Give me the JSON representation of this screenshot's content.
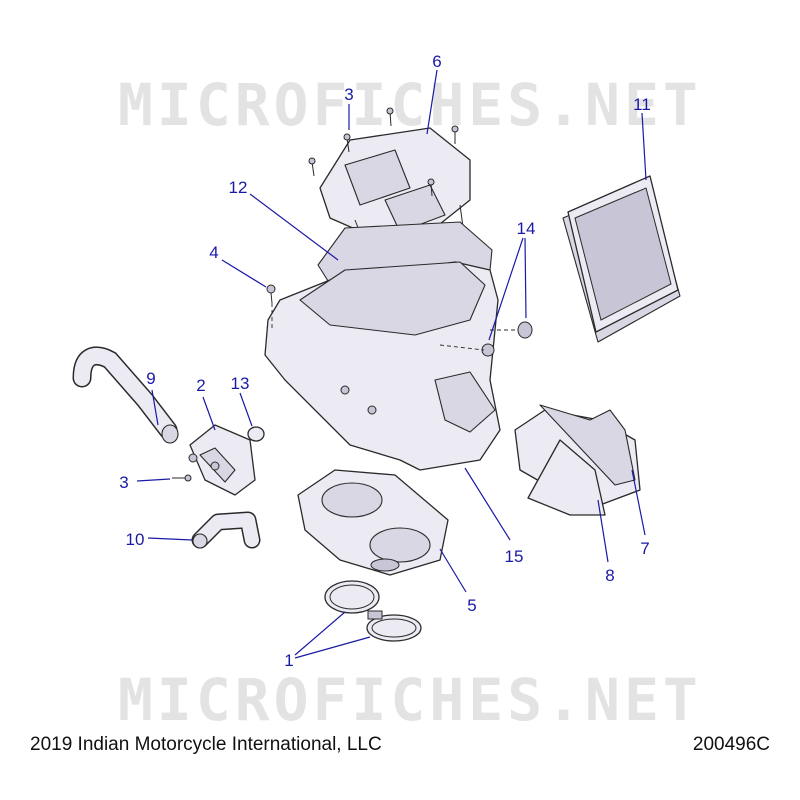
{
  "watermark": "MICROFICHES.NET",
  "callouts": {
    "c1": "1",
    "c2": "2",
    "c3a": "3",
    "c3b": "3",
    "c4": "4",
    "c5": "5",
    "c6": "6",
    "c7": "7",
    "c8": "8",
    "c9": "9",
    "c10": "10",
    "c11": "11",
    "c12": "12",
    "c13": "13",
    "c14": "14",
    "c15": "15"
  },
  "footer": {
    "copyright": "2019 Indian Motorcycle International, LLC",
    "diagram_id": "200496C"
  },
  "colors": {
    "callout": "#1a1aa6",
    "watermark": "#e3e3e3",
    "part_fill": "#ecebf3"
  }
}
